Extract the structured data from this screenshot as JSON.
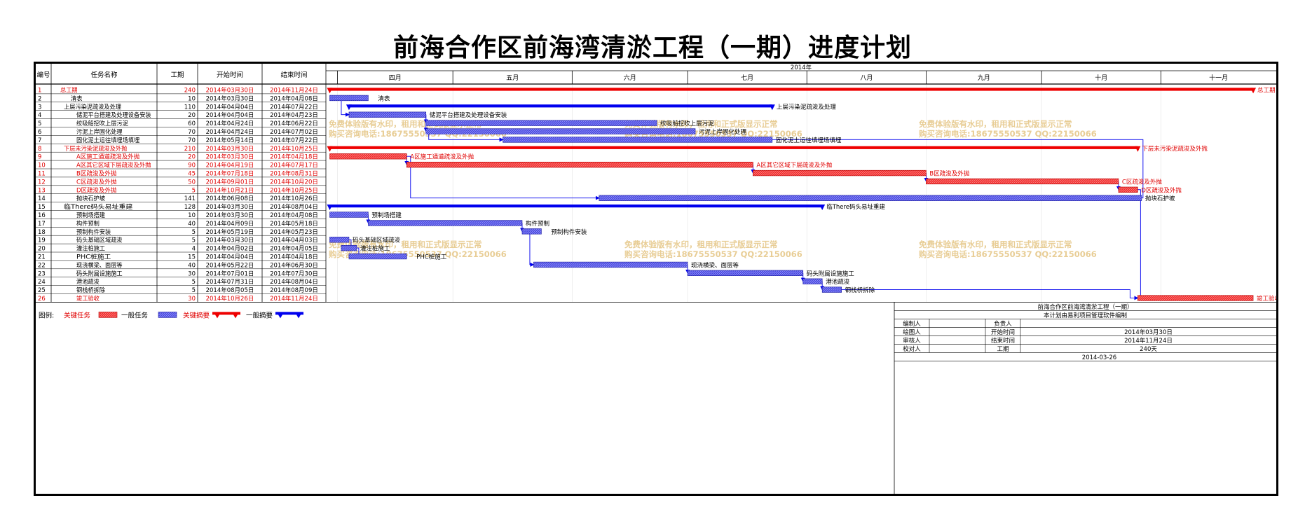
{
  "title": "前海合作区前海湾清淤工程（一期）进度计划",
  "table_headers": {
    "id": "编号",
    "name": "任务名称",
    "duration": "工期",
    "start": "开始时间",
    "end": "结束时间"
  },
  "timeline_year": "2014年",
  "months": [
    {
      "label": "四月",
      "start": "2014-04-01"
    },
    {
      "label": "五月",
      "start": "2014-05-01"
    },
    {
      "label": "六月",
      "start": "2014-06-01"
    },
    {
      "label": "七月",
      "start": "2014-07-01"
    },
    {
      "label": "八月",
      "start": "2014-08-01"
    },
    {
      "label": "九月",
      "start": "2014-09-01"
    },
    {
      "label": "十月",
      "start": "2014-10-01"
    },
    {
      "label": "十一月",
      "start": "2014-11-01"
    }
  ],
  "timeline_start": "2014-03-29",
  "timeline_end": "2014-11-30",
  "colors": {
    "critical": "#ee2a2a",
    "normal": "#3c3cd8",
    "summary_blue": "#0000ee",
    "watermark": "#e6c88a",
    "text_red": "#e00000"
  },
  "watermark": {
    "line1": "免费体验版有水印，租用和正式版显示正常",
    "line2": "购买咨询电话:18675550537 QQ:22150066"
  },
  "chart_data": {
    "type": "gantt",
    "title": "前海合作区前海湾清淤工程（一期）进度计划",
    "tasks": [
      {
        "id": "1",
        "name": "总工期",
        "duration": "240",
        "start": "2014年03月30日",
        "end": "2014年11月24日",
        "s": "2014-03-30",
        "e": "2014-11-24",
        "kind": "summary",
        "critical": true,
        "label": "总工期"
      },
      {
        "id": "2",
        "name": "清表",
        "duration": "10",
        "start": "2014年03月30日",
        "end": "2014年04月08日",
        "s": "2014-03-30",
        "e": "2014-04-08",
        "kind": "task",
        "critical": false,
        "label": "清表"
      },
      {
        "id": "3",
        "name": "上层污染泥疏浚及处理",
        "duration": "110",
        "start": "2014年04月04日",
        "end": "2014年07月22日",
        "s": "2014-04-04",
        "e": "2014-07-22",
        "kind": "summary",
        "critical": false,
        "label": "上层污染泥疏浚及处理"
      },
      {
        "id": "4",
        "name": "储泥平台搭建及处理设备安装",
        "duration": "20",
        "start": "2014年04月04日",
        "end": "2014年04月23日",
        "s": "2014-04-04",
        "e": "2014-04-23",
        "kind": "task",
        "critical": false,
        "label": "储泥平台搭建及处理设备安装"
      },
      {
        "id": "5",
        "name": "绞吸船挖吹上层污泥",
        "duration": "60",
        "start": "2014年04月24日",
        "end": "2014年06月22日",
        "s": "2014-04-24",
        "e": "2014-06-22",
        "kind": "task",
        "critical": false,
        "label": "绞吸船挖吹上层污泥"
      },
      {
        "id": "6",
        "name": "污泥上岸固化处理",
        "duration": "70",
        "start": "2014年04月24日",
        "end": "2014年07月02日",
        "s": "2014-04-24",
        "e": "2014-07-02",
        "kind": "task",
        "critical": false,
        "label": "污泥上岸固化处理"
      },
      {
        "id": "7",
        "name": "固化泥土运往填埋场填埋",
        "duration": "70",
        "start": "2014年05月14日",
        "end": "2014年07月22日",
        "s": "2014-05-14",
        "e": "2014-07-22",
        "kind": "task",
        "critical": false,
        "label": "固化泥土运往填埋场填埋"
      },
      {
        "id": "8",
        "name": "下层未污染泥疏浚及外抛",
        "duration": "210",
        "start": "2014年03月30日",
        "end": "2014年10月25日",
        "s": "2014-03-30",
        "e": "2014-10-25",
        "kind": "summary",
        "critical": true,
        "label": "下层未污染泥疏浚及外抛"
      },
      {
        "id": "9",
        "name": "A区施工通道疏浚及外抛",
        "duration": "20",
        "start": "2014年03月30日",
        "end": "2014年04月18日",
        "s": "2014-03-30",
        "e": "2014-04-18",
        "kind": "task",
        "critical": true,
        "label": "A区施工通道疏浚及外抛"
      },
      {
        "id": "10",
        "name": "A区其它区域下层疏浚及外抛",
        "duration": "90",
        "start": "2014年04月19日",
        "end": "2014年07月17日",
        "s": "2014-04-19",
        "e": "2014-07-17",
        "kind": "task",
        "critical": true,
        "label": "A区其它区域下层疏浚及外抛"
      },
      {
        "id": "11",
        "name": "B区疏浚及外抛",
        "duration": "45",
        "start": "2014年07月18日",
        "end": "2014年08月31日",
        "s": "2014-07-18",
        "e": "2014-08-31",
        "kind": "task",
        "critical": true,
        "label": "B区疏浚及外抛"
      },
      {
        "id": "12",
        "name": "C区疏浚及外抛",
        "duration": "50",
        "start": "2014年09月01日",
        "end": "2014年10月20日",
        "s": "2014-09-01",
        "e": "2014-10-20",
        "kind": "task",
        "critical": true,
        "label": "C区疏浚及外抛"
      },
      {
        "id": "13",
        "name": "D区疏浚及外抛",
        "duration": "5",
        "start": "2014年10月21日",
        "end": "2014年10月25日",
        "s": "2014-10-21",
        "e": "2014-10-25",
        "kind": "task",
        "critical": true,
        "label": "D区疏浚及外抛"
      },
      {
        "id": "14",
        "name": "抛块石护坡",
        "duration": "141",
        "start": "2014年06月08日",
        "end": "2014年10月26日",
        "s": "2014-06-08",
        "e": "2014-10-26",
        "kind": "task",
        "critical": false,
        "label": "抛块石护坡"
      },
      {
        "id": "15",
        "name": "临There码头易址重建",
        "duration": "128",
        "start": "2014年03月30日",
        "end": "2014年08月04日",
        "s": "2014-03-30",
        "e": "2014-08-04",
        "kind": "summary",
        "critical": false,
        "label": "临There码头易址重建"
      },
      {
        "id": "16",
        "name": "预制场搭建",
        "duration": "10",
        "start": "2014年03月30日",
        "end": "2014年04月08日",
        "s": "2014-03-30",
        "e": "2014-04-08",
        "kind": "task",
        "critical": false,
        "label": "预制场搭建"
      },
      {
        "id": "17",
        "name": "构件预制",
        "duration": "40",
        "start": "2014年04月09日",
        "end": "2014年05月18日",
        "s": "2014-04-09",
        "e": "2014-05-18",
        "kind": "task",
        "critical": false,
        "label": "构件预制"
      },
      {
        "id": "18",
        "name": "预制构件安装",
        "duration": "5",
        "start": "2014年05月19日",
        "end": "2014年05月23日",
        "s": "2014-05-19",
        "e": "2014-05-23",
        "kind": "task",
        "critical": false,
        "label": "预制构件安装"
      },
      {
        "id": "19",
        "name": "码头基础区域疏浚",
        "duration": "5",
        "start": "2014年03月30日",
        "end": "2014年04月03日",
        "s": "2014-03-30",
        "e": "2014-04-03",
        "kind": "task",
        "critical": false,
        "label": "码头基础区域疏浚"
      },
      {
        "id": "20",
        "name": "灌注桩施工",
        "duration": "4",
        "start": "2014年04月02日",
        "end": "2014年04月05日",
        "s": "2014-04-02",
        "e": "2014-04-05",
        "kind": "task",
        "critical": false,
        "label": "灌注桩施工"
      },
      {
        "id": "21",
        "name": "PHC桩施工",
        "duration": "15",
        "start": "2014年04月04日",
        "end": "2014年04月18日",
        "s": "2014-04-04",
        "e": "2014-04-18",
        "kind": "task",
        "critical": false,
        "label": "PHC桩施工"
      },
      {
        "id": "22",
        "name": "现浇横梁、面层等",
        "duration": "40",
        "start": "2014年05月22日",
        "end": "2014年06月30日",
        "s": "2014-05-22",
        "e": "2014-06-30",
        "kind": "task",
        "critical": false,
        "label": "现浇横梁、面层等"
      },
      {
        "id": "23",
        "name": "码头附属设施施工",
        "duration": "30",
        "start": "2014年07月01日",
        "end": "2014年07月30日",
        "s": "2014-07-01",
        "e": "2014-07-30",
        "kind": "task",
        "critical": false,
        "label": "码头附属设施施工"
      },
      {
        "id": "24",
        "name": "港池疏浚",
        "duration": "5",
        "start": "2014年07月31日",
        "end": "2014年08月04日",
        "s": "2014-07-31",
        "e": "2014-08-04",
        "kind": "task",
        "critical": false,
        "label": "港池疏浚"
      },
      {
        "id": "25",
        "name": "钢栈桥拆除",
        "duration": "5",
        "start": "2014年08月05日",
        "end": "2014年08月09日",
        "s": "2014-08-05",
        "e": "2014-08-09",
        "kind": "task",
        "critical": false,
        "label": "钢栈桥拆除"
      },
      {
        "id": "26",
        "name": "竣工验收",
        "duration": "30",
        "start": "2014年10月26日",
        "end": "2014年11月24日",
        "s": "2014-10-26",
        "e": "2014-11-24",
        "kind": "task",
        "critical": true,
        "label": "竣工验收"
      }
    ]
  },
  "legend": {
    "prefix": "图例:",
    "critical_task": "关键任务",
    "normal_task": "一般任务",
    "critical_summary": "关键摘要",
    "normal_summary": "一般摘要"
  },
  "info_box": {
    "title": "前海合作区前海湾清淤工程（一期）",
    "subtitle": "本计划由易利项目管理软件编制",
    "rows": [
      [
        "编制人",
        "",
        "负责人",
        ""
      ],
      [
        "绘图人",
        "",
        "开始时间",
        "2014年03月30日"
      ],
      [
        "审核人",
        "",
        "结束时间",
        "2014年11月24日"
      ],
      [
        "校对人",
        "",
        "工期",
        "240天"
      ]
    ],
    "date": "2014-03-26"
  }
}
